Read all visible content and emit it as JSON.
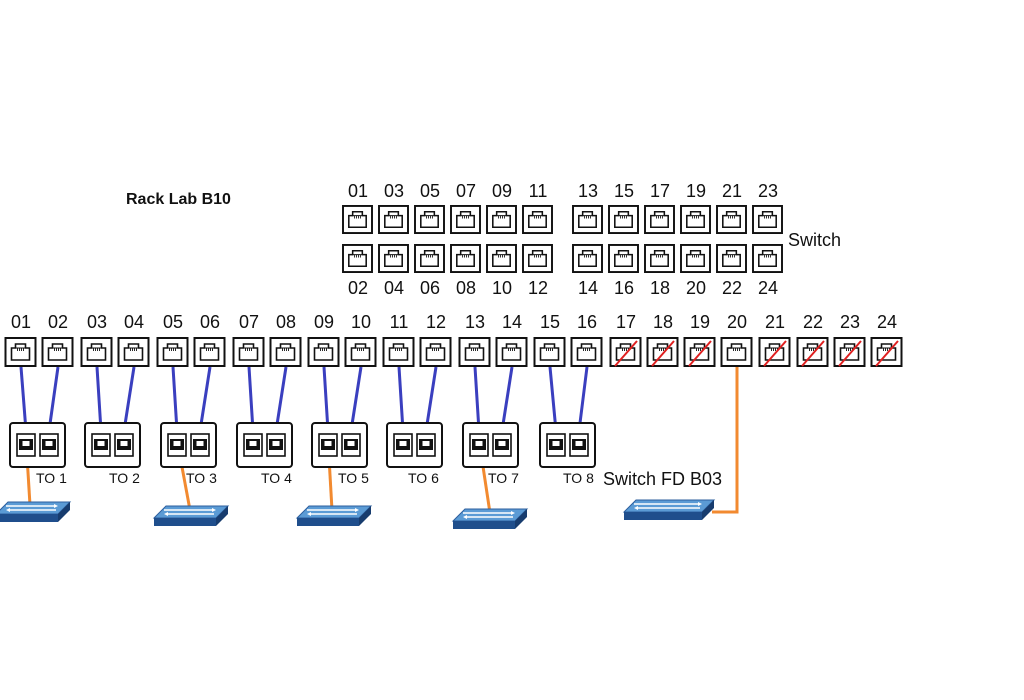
{
  "title": "Rack Lab B10",
  "switch": {
    "label": "Switch",
    "top_odd_labels": [
      "01",
      "03",
      "05",
      "07",
      "09",
      "11",
      "13",
      "15",
      "17",
      "19",
      "21",
      "23"
    ],
    "bottom_even_labels": [
      "02",
      "04",
      "06",
      "08",
      "10",
      "12",
      "14",
      "16",
      "18",
      "20",
      "22",
      "24"
    ]
  },
  "patch_panel": {
    "labels": [
      "01",
      "02",
      "03",
      "04",
      "05",
      "06",
      "07",
      "08",
      "09",
      "10",
      "11",
      "12",
      "13",
      "14",
      "15",
      "16",
      "17",
      "18",
      "19",
      "20",
      "21",
      "22",
      "23",
      "24"
    ],
    "disabled_ports": [
      "17",
      "18",
      "19",
      "21",
      "22",
      "23",
      "24"
    ],
    "uplink_port": "20"
  },
  "outlets": [
    {
      "label": "TO 1"
    },
    {
      "label": "TO 2"
    },
    {
      "label": "TO 3"
    },
    {
      "label": "TO 4"
    },
    {
      "label": "TO 5"
    },
    {
      "label": "TO 6"
    },
    {
      "label": "TO 7"
    },
    {
      "label": "TO 8"
    }
  ],
  "uplink_switch": {
    "label": "Switch FD B03"
  },
  "colors": {
    "panel_cable": "#3a3fbf",
    "uplink_cable": "#f28a30",
    "disabled_mark": "#e02020",
    "switch_top": "#5b9bd5",
    "switch_side": "#1f4e8c"
  }
}
